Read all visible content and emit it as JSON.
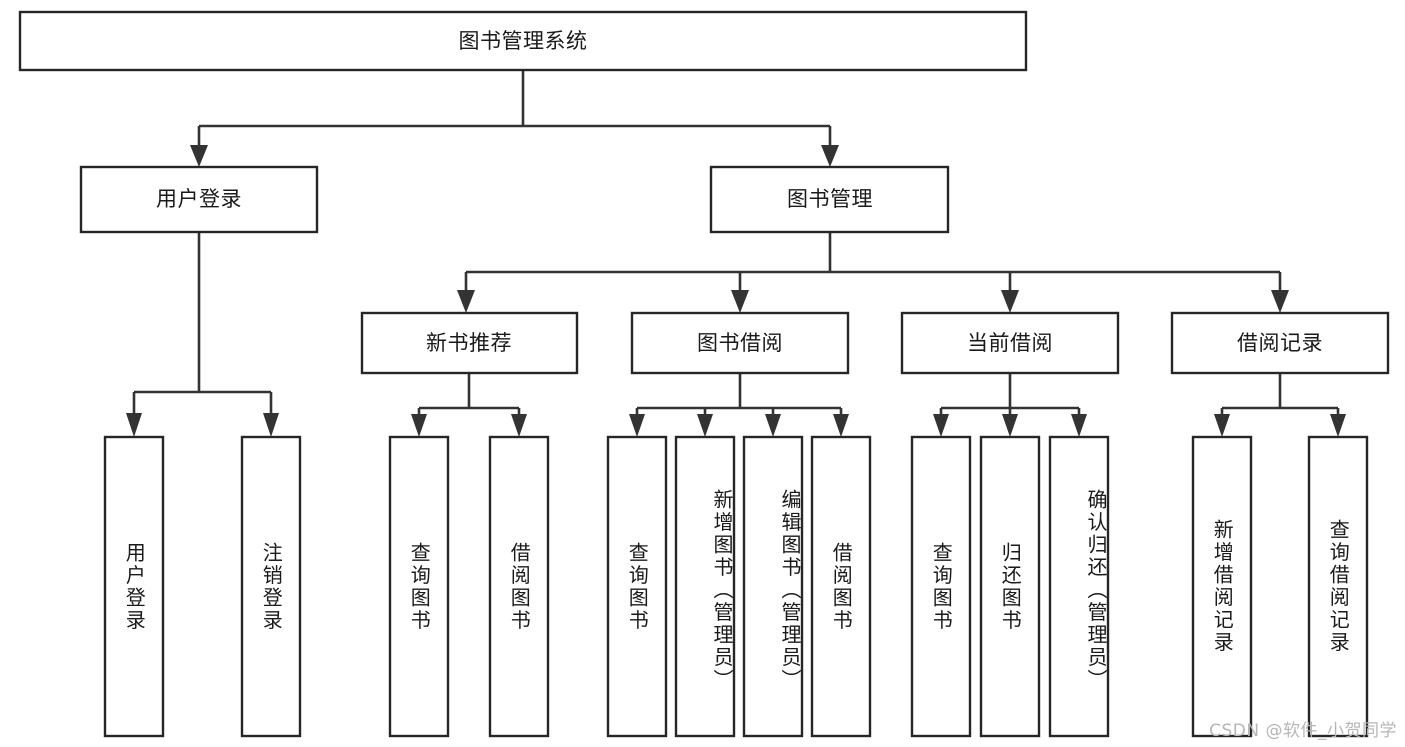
{
  "diagram": {
    "title": "图书管理系统",
    "type": "tree-hierarchy",
    "watermark": "CSDN @软件_小贺同学",
    "colors": {
      "background": "#ffffff",
      "box_stroke": "#262626",
      "connector": "#333333",
      "text": "#1a1a1a",
      "watermark": "#b6b6b6"
    },
    "root": {
      "label": "图书管理系统"
    },
    "level1": [
      {
        "label": "用户登录"
      },
      {
        "label": "图书管理"
      }
    ],
    "level2": [
      {
        "label": "新书推荐"
      },
      {
        "label": "图书借阅"
      },
      {
        "label": "当前借阅"
      },
      {
        "label": "借阅记录"
      }
    ],
    "leaves": {
      "user_login": [
        {
          "label": "用户登录"
        },
        {
          "label": "注销登录"
        }
      ],
      "new_book_recommend": [
        {
          "label": "查询图书"
        },
        {
          "label": "借阅图书"
        }
      ],
      "book_borrow": [
        {
          "label": "查询图书"
        },
        {
          "label": "新增图书（管理员）"
        },
        {
          "label": "编辑图书（管理员）"
        },
        {
          "label": "借阅图书"
        }
      ],
      "current_borrow": [
        {
          "label": "查询图书"
        },
        {
          "label": "归还图书"
        },
        {
          "label": "确认归还（管理员）"
        }
      ],
      "borrow_record": [
        {
          "label": "新增借阅记录"
        },
        {
          "label": "查询借阅记录"
        }
      ]
    }
  }
}
